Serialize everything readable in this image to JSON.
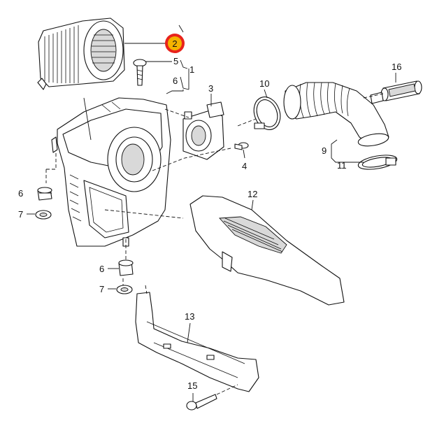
{
  "callouts": {
    "c1": "1",
    "c2": "2",
    "c3": "3",
    "c4": "4",
    "c5": "5",
    "c6a": "6",
    "c6b": "6",
    "c6c": "6",
    "c7a": "7",
    "c7b": "7",
    "c9": "9",
    "c10": "10",
    "c11": "11",
    "c12": "12",
    "c13": "13",
    "c15": "15",
    "c16": "16"
  },
  "highlight": {
    "ring_color": "#e8231c",
    "fill_color": "#f5b300"
  }
}
